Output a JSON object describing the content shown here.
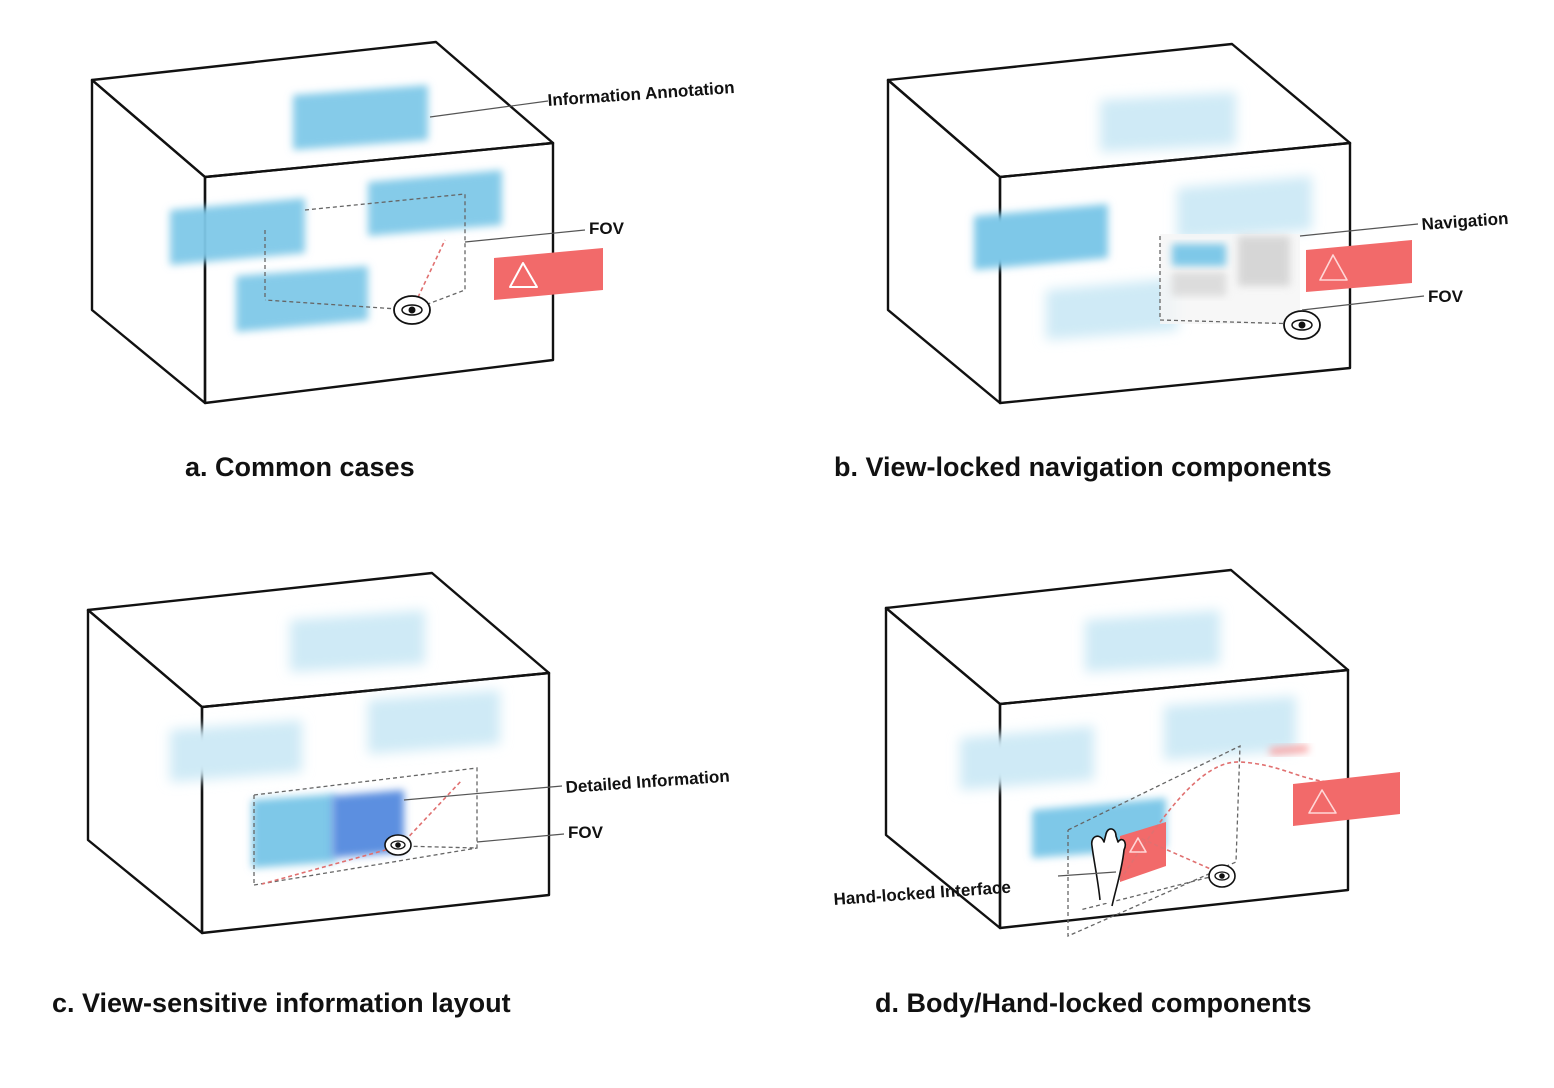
{
  "panels": {
    "a": {
      "caption": "a. Common cases",
      "labels": {
        "information_annotation": "Information Annotation",
        "fov": "FOV"
      }
    },
    "b": {
      "caption": "b. View-locked navigation components",
      "labels": {
        "navigation": "Navigation",
        "fov": "FOV"
      }
    },
    "c": {
      "caption": "c. View-sensitive information layout",
      "labels": {
        "detailed_information": "Detailed Information",
        "fov": "FOV"
      }
    },
    "d": {
      "caption": "d. Body/Hand-locked components",
      "labels": {
        "hand_locked_interface": "Hand-locked Interface"
      }
    }
  },
  "colors": {
    "info_panel": "#7ec8e8",
    "warning_panel": "#f07070",
    "detail_panel": "#5b8fe0",
    "box_edge": "#111111",
    "background": "#ffffff"
  },
  "icons": [
    "eye-icon",
    "warning-triangle-icon",
    "hand-icon"
  ]
}
